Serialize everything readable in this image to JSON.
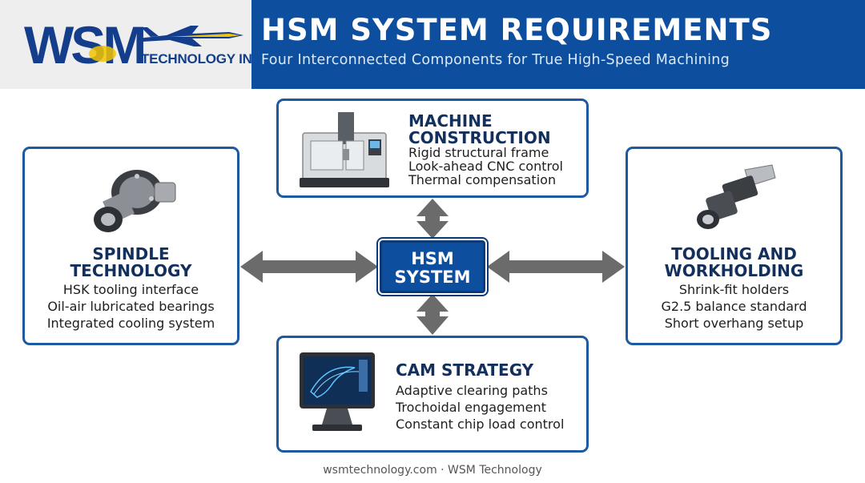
{
  "header": {
    "logo_text": "WSM",
    "logo_subtext": "TECHNOLOGY INC.",
    "title": "HSM SYSTEM REQUIREMENTS",
    "subtitle": "Four Interconnected Components for True High-Speed Machining"
  },
  "hub": {
    "line1": "HSM",
    "line2": "SYSTEM"
  },
  "cards": {
    "machine": {
      "title_line1": "MACHINE",
      "title_line2": "CONSTRUCTION",
      "items": [
        "Rigid structural frame",
        "Look-ahead CNC control",
        "Thermal compensation"
      ],
      "icon": "cnc-machine-icon"
    },
    "spindle": {
      "title_line1": "SPINDLE",
      "title_line2": "TECHNOLOGY",
      "items": [
        "HSK tooling interface",
        "Oil-air lubricated bearings",
        "Integrated cooling system"
      ],
      "icon": "spindle-icon"
    },
    "tooling": {
      "title_line1": "TOOLING AND",
      "title_line2": "WORKHOLDING",
      "items": [
        "Shrink-fit holders",
        "G2.5 balance standard",
        "Short overhang setup"
      ],
      "icon": "tool-holder-icon"
    },
    "cam": {
      "title_line1": "CAM STRATEGY",
      "items": [
        "Adaptive clearing paths",
        "Trochoidal engagement",
        "Constant chip load control"
      ],
      "icon": "cam-monitor-icon"
    }
  },
  "footer": {
    "text": "wsmtechnology.com · WSM Technology"
  },
  "colors": {
    "brand_blue": "#0d4f9e",
    "logo_yellow": "#f2c300",
    "arrow_gray": "#6b6b6b"
  }
}
